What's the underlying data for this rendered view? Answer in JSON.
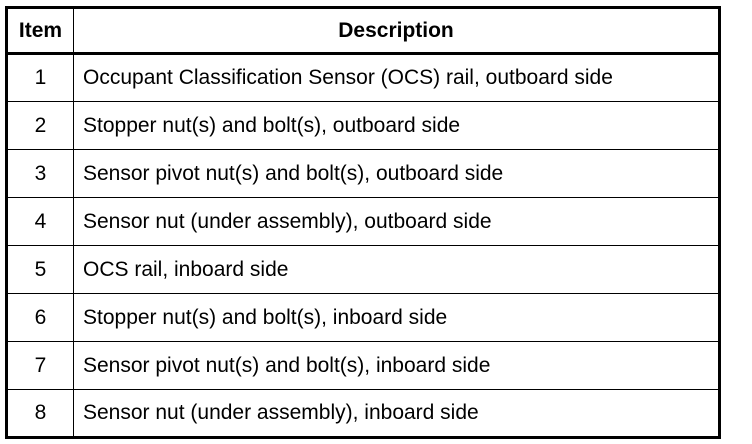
{
  "table": {
    "headers": {
      "item": "Item",
      "description": "Description"
    },
    "rows": [
      {
        "item": "1",
        "description": "Occupant Classification Sensor (OCS) rail, outboard side"
      },
      {
        "item": "2",
        "description": "Stopper nut(s) and bolt(s), outboard side"
      },
      {
        "item": "3",
        "description": "Sensor pivot nut(s) and bolt(s), outboard side"
      },
      {
        "item": "4",
        "description": "Sensor nut (under assembly), outboard side"
      },
      {
        "item": "5",
        "description": "OCS rail, inboard side"
      },
      {
        "item": "6",
        "description": "Stopper nut(s) and bolt(s), inboard side"
      },
      {
        "item": "7",
        "description": "Sensor pivot nut(s) and bolt(s), inboard side"
      },
      {
        "item": "8",
        "description": "Sensor nut (under assembly), inboard side"
      }
    ]
  }
}
